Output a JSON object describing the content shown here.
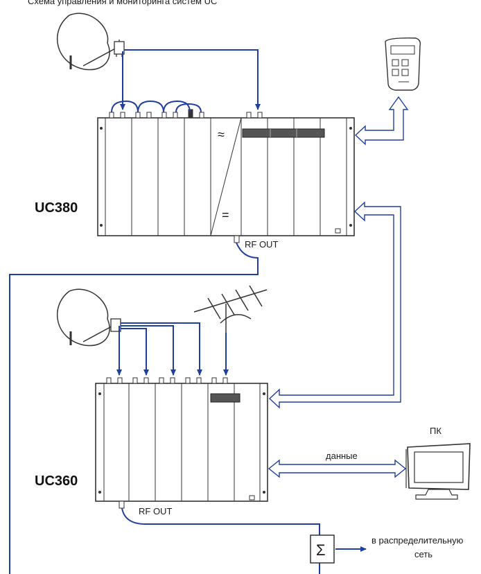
{
  "header_text": "Схема управления и мониторинга систем UC",
  "devices": {
    "top_model": "UC380",
    "bottom_model": "UC360",
    "rf_out_top": "RF OUT",
    "rf_out_bottom": "RF OUT",
    "ac_symbol": "≈",
    "dc_symbol": "="
  },
  "labels": {
    "pc": "ПК",
    "data": "данные",
    "sum_symbol": "Σ",
    "distribution_line1": "в распределительную",
    "distribution_line2": "сеть"
  },
  "colors": {
    "cable": "#1f3fa0",
    "outline": "#333333",
    "fill": "#ffffff"
  }
}
